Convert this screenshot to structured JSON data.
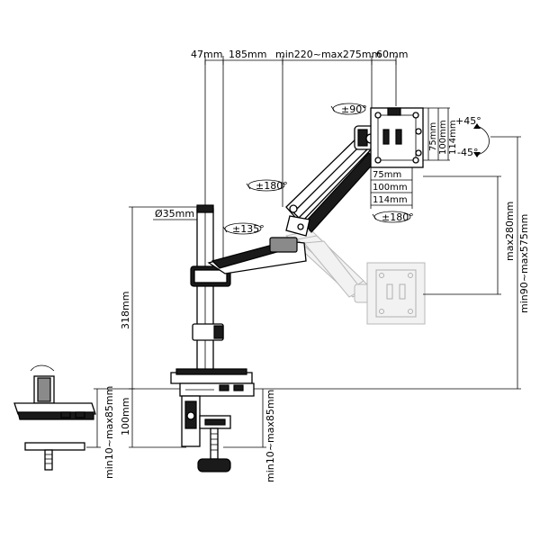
{
  "dimensions": {
    "offset_47": "47mm",
    "arm_185": "185mm",
    "arm_min_max": "min220~max275mm",
    "head_60": "60mm",
    "vesa_v_75": "75mm",
    "vesa_v_100": "100mm",
    "vesa_v_114": "114mm",
    "vesa_h_75": "75mm",
    "vesa_h_100": "100mm",
    "vesa_h_114": "114mm",
    "pole_diameter": "Ø35mm",
    "pole_height": "318mm",
    "clamp_height": "100mm",
    "desk_thickness_left": "min10~max85mm",
    "desk_thickness_center": "min10~max85mm",
    "height_adjust_280": "max280mm",
    "height_range": "min90~max575mm"
  },
  "rotations": {
    "tilt_up": "+45°",
    "tilt_down": "-45°",
    "swivel_head": "±90°",
    "swivel_arm": "±180°",
    "swivel_base": "±135°",
    "rotate_plate": "±180°"
  }
}
